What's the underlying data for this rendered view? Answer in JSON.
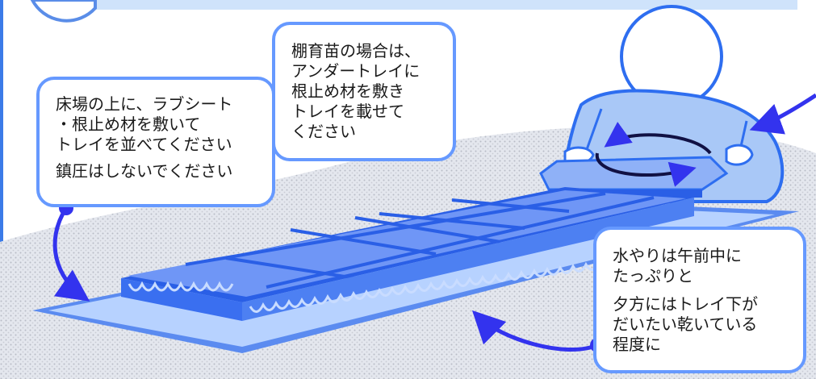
{
  "callouts": {
    "seedbed": {
      "lines": [
        "床場の上に、ラブシート",
        "・根止め材を敷いて",
        "トレイを並べてください"
      ],
      "note": "鎮圧はしないでください"
    },
    "shelf": {
      "lines": [
        "棚育苗の場合は、",
        "アンダートレイに",
        "根止め材を敷き",
        "トレイを載せて",
        "ください"
      ]
    },
    "watering": {
      "lines": [
        "水やりは午前中に",
        "たっぷりと"
      ],
      "note_lines": [
        "夕方にはトレイ下が",
        "だいたい乾いている",
        "程度に"
      ]
    }
  },
  "colors": {
    "border": "#6699ff",
    "arrow": "#3333ee",
    "tray_top": "#6f96f6",
    "tray_edge": "#2a5fe6",
    "sheet": "#b7d2ff",
    "ground": "#d9dde5",
    "person_fill": "#a9c8f7",
    "person_outline": "#2e6ef0"
  }
}
